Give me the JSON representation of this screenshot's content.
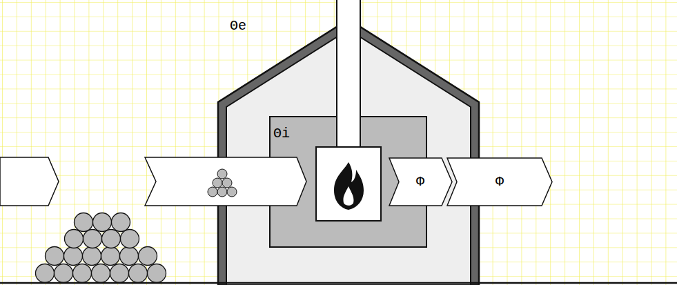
{
  "diagram": {
    "nodes": [
      {
        "text": [
          "Θi"
        ]
      },
      {
        "text": [
          "Φ"
        ]
      },
      {
        "text": [
          "Φ"
        ]
      }
    ],
    "labels": [
      "Θe"
    ]
  }
}
